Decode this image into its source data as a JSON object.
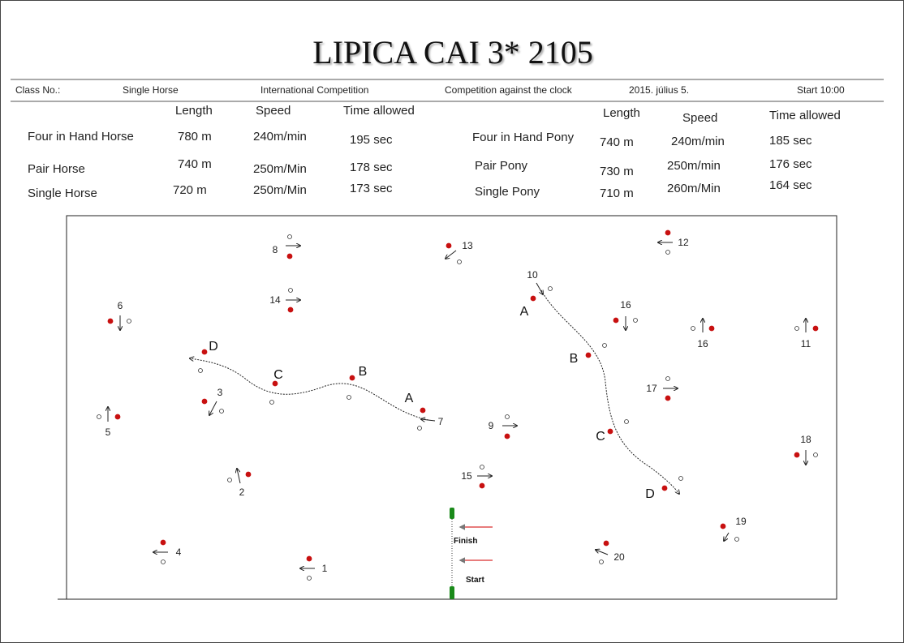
{
  "title": "LIPICA CAI 3* 2105",
  "info": {
    "class_no": "Class No.:",
    "class": "Single Horse",
    "competition": "International Competition",
    "type": "Competition against the clock",
    "date": "2015. július 5.",
    "start": "Start 10:00"
  },
  "table_left": {
    "headers": [
      "Length",
      "Speed",
      "Time allowed"
    ],
    "rows": [
      [
        "Four in Hand Horse",
        "780 m",
        "240m/min",
        "195 sec"
      ],
      [
        "Pair Horse",
        "740 m",
        "250m/Min",
        "178 sec"
      ],
      [
        "Single Horse",
        "720 m",
        "250m/Min",
        "173 sec"
      ]
    ]
  },
  "table_right": {
    "headers": [
      "Length",
      "Speed",
      "Time allowed"
    ],
    "rows": [
      [
        "Four in Hand Pony",
        "740 m",
        "240m/min",
        "185 sec"
      ],
      [
        "Pair Pony",
        "730 m",
        "250m/min",
        "176 sec"
      ],
      [
        "Single Pony",
        "710 m",
        "260m/Min",
        "164 sec"
      ]
    ]
  },
  "obstacles": [
    "1",
    "2",
    "3",
    "4",
    "5",
    "6",
    "7",
    "8",
    "9",
    "10",
    "11",
    "12",
    "13",
    "14",
    "15",
    "16",
    "16",
    "17",
    "18",
    "19",
    "20"
  ],
  "gates": [
    "D",
    "C",
    "B",
    "A",
    "A",
    "B",
    "C",
    "D"
  ],
  "finish_label": "Finish",
  "start_label": "Start",
  "colors": {
    "red_flag": "#c81010",
    "arrow_red": "#e05050",
    "green": "#1a8a1a"
  }
}
